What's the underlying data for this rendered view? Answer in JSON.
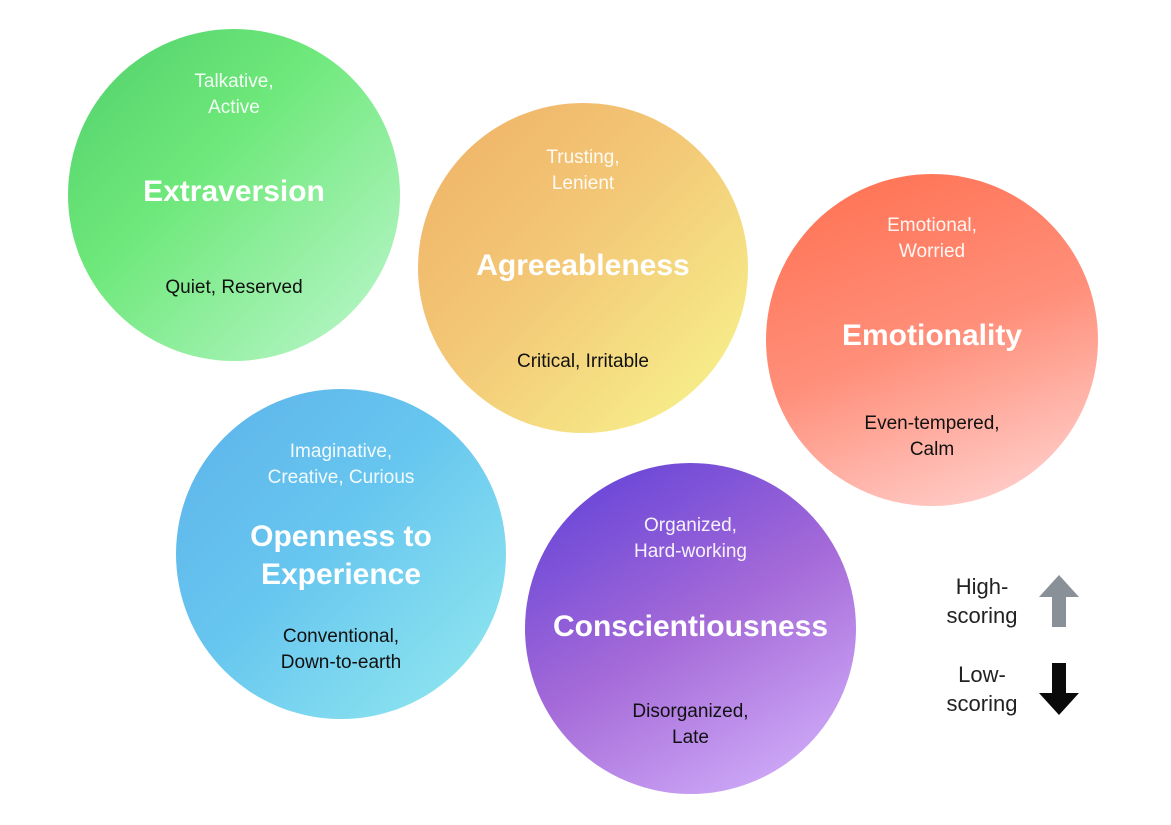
{
  "traits": {
    "extraversion": {
      "high": "Talkative,\nActive",
      "title": "Extraversion",
      "low": "Quiet, Reserved"
    },
    "agreeableness": {
      "high": "Trusting,\nLenient",
      "title": "Agreeableness",
      "low": "Critical, Irritable"
    },
    "emotionality": {
      "high": "Emotional,\nWorried",
      "title": "Emotionality",
      "low": "Even-tempered,\nCalm"
    },
    "openness": {
      "high": "Imaginative,\nCreative, Curious",
      "title": "Openness to\nExperience",
      "low": "Conventional,\nDown-to-earth"
    },
    "conscientiousness": {
      "high": "Organized,\nHard-working",
      "title": "Conscientiousness",
      "low": "Disorganized,\nLate"
    }
  },
  "legend": {
    "high_label": "High-\nscoring",
    "low_label": "Low-\nscoring",
    "high_icon": "arrow-up-icon",
    "low_icon": "arrow-down-icon",
    "high_color": "#8a9097",
    "low_color": "#0a0a0a"
  }
}
